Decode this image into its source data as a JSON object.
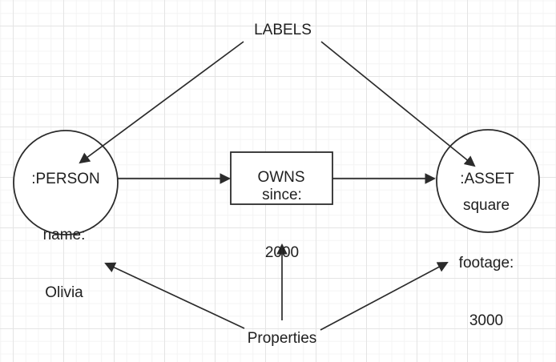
{
  "canvas": {
    "background_color": "#ffffff",
    "grid_minor_color": "#f4f4f4",
    "grid_major_color": "#e4e4e4"
  },
  "diagram": {
    "stroke_color": "#2b2b2b",
    "text_color": "#202020",
    "labels_annotation": "LABELS",
    "properties_annotation": "Properties",
    "nodes": [
      {
        "id": "person",
        "shape": "circle",
        "label": ":PERSON"
      },
      {
        "id": "asset",
        "shape": "circle",
        "label": ":ASSET"
      }
    ],
    "relationship": {
      "shape": "rectangle",
      "label": "OWNS"
    },
    "properties": {
      "person": {
        "lines": [
          "name:",
          "Olivia"
        ]
      },
      "relationship": {
        "lines": [
          "since:",
          "2000"
        ]
      },
      "asset": {
        "lines": [
          "square",
          "footage:",
          "3000"
        ]
      }
    }
  }
}
